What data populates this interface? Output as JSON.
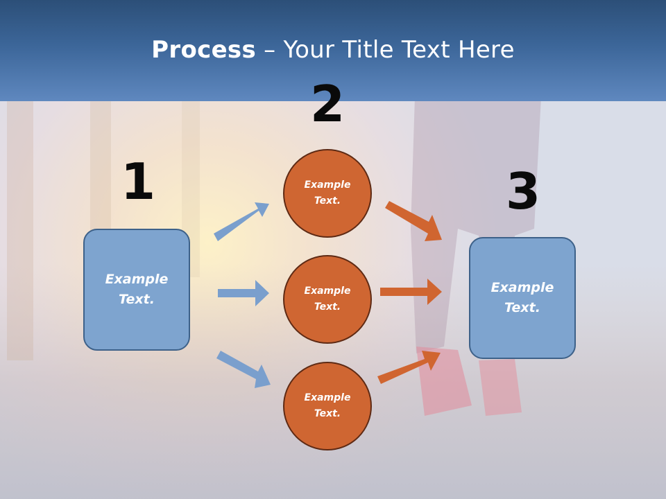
{
  "title": {
    "bold": "Process",
    "rest": " – Your Title Text Here"
  },
  "steps": [
    {
      "number": "1",
      "text": "Example Text."
    },
    {
      "number": "2",
      "items": [
        "Example Text.",
        "Example Text.",
        "Example Text."
      ]
    },
    {
      "number": "3",
      "text": "Example Text."
    }
  ],
  "colors": {
    "box_fill": "#7ea4cf",
    "circle_fill": "#cf6632",
    "blue_arrow": "#7a9fcd",
    "orange_arrow": "#d06530",
    "title_bar": "#3c6699"
  }
}
